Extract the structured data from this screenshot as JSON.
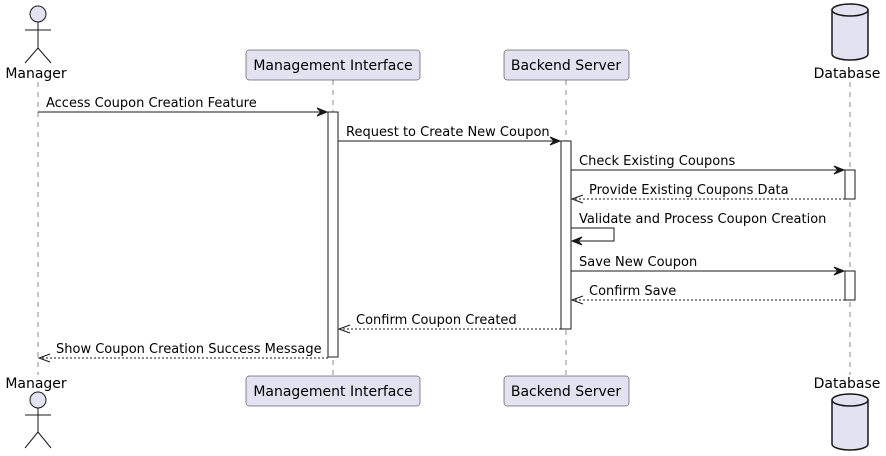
{
  "participants": [
    {
      "id": "manager",
      "label": "Manager",
      "kind": "actor"
    },
    {
      "id": "ui",
      "label": "Management Interface",
      "kind": "participant"
    },
    {
      "id": "backend",
      "label": "Backend Server",
      "kind": "participant"
    },
    {
      "id": "db",
      "label": "Database",
      "kind": "database"
    }
  ],
  "messages": [
    {
      "from": "manager",
      "to": "ui",
      "label": "Access Coupon Creation Feature",
      "style": "solid"
    },
    {
      "from": "ui",
      "to": "backend",
      "label": "Request to Create New Coupon",
      "style": "solid"
    },
    {
      "from": "backend",
      "to": "db",
      "label": "Check Existing Coupons",
      "style": "solid"
    },
    {
      "from": "db",
      "to": "backend",
      "label": "Provide Existing Coupons Data",
      "style": "dashed"
    },
    {
      "from": "backend",
      "to": "backend",
      "label": "Validate and Process Coupon Creation",
      "style": "self"
    },
    {
      "from": "backend",
      "to": "db",
      "label": "Save New Coupon",
      "style": "solid"
    },
    {
      "from": "db",
      "to": "backend",
      "label": "Confirm Save",
      "style": "dashed"
    },
    {
      "from": "backend",
      "to": "ui",
      "label": "Confirm Coupon Created",
      "style": "dashed"
    },
    {
      "from": "ui",
      "to": "manager",
      "label": "Show Coupon Creation Success Message",
      "style": "dashed"
    }
  ],
  "colors": {
    "box_fill": "#E2E2F0",
    "line": "#181818",
    "text": "#000000"
  }
}
